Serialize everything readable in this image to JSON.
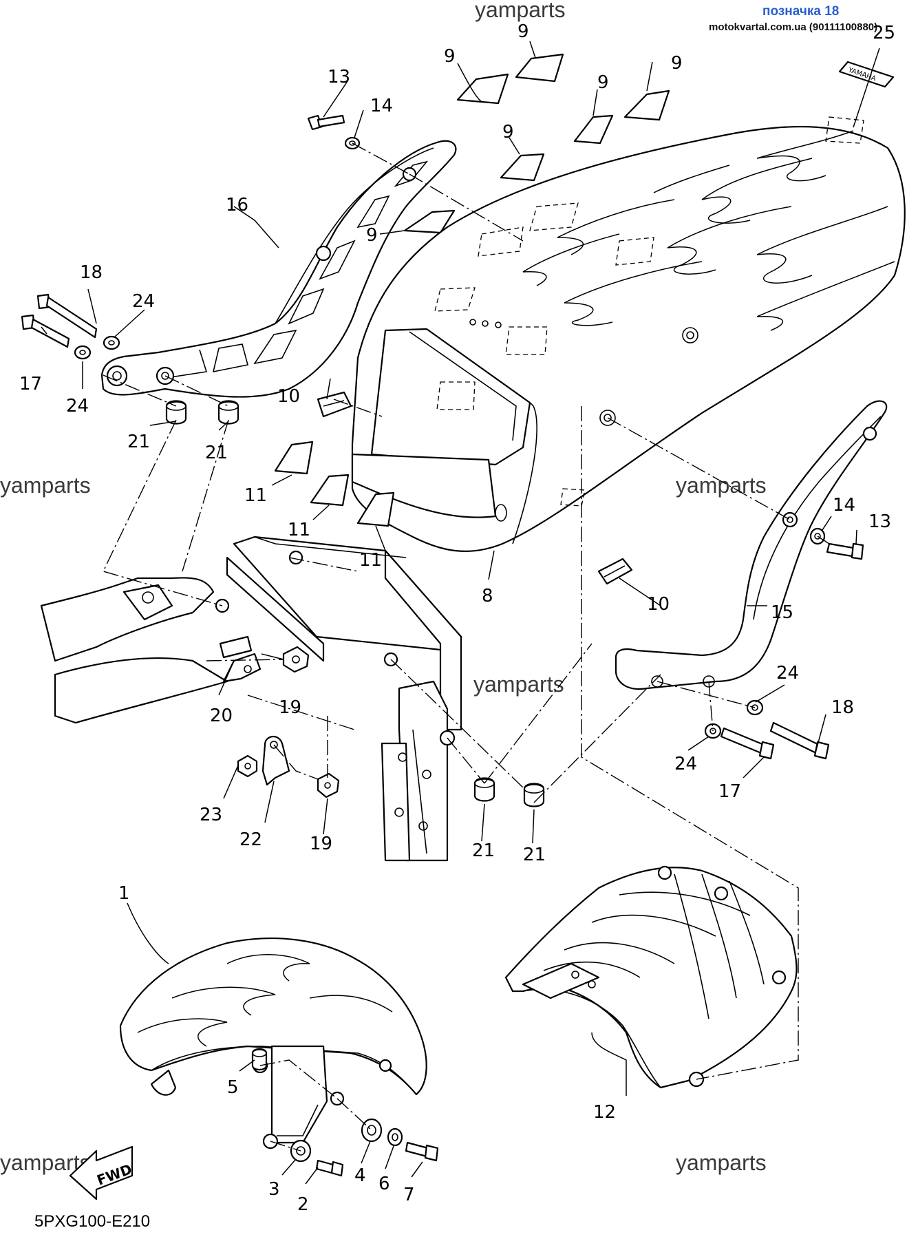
{
  "header": {
    "badge": "позначка 18",
    "source": "motokvartal.com.ua (90111100880)"
  },
  "watermarks": [
    "yamparts",
    "yamparts",
    "yamparts",
    "yamparts",
    "yamparts",
    "yamparts"
  ],
  "diagram_code": "5PXG100-E210",
  "fwd_label": "FWD",
  "decal_logo_text": "YAMAHA",
  "callouts": {
    "n1": "1",
    "n2": "2",
    "n3": "3",
    "n4": "4",
    "n5": "5",
    "n6": "6",
    "n7": "7",
    "n8": "8",
    "n9a": "9",
    "n9b": "9",
    "n9c": "9",
    "n9d": "9",
    "n9e": "9",
    "n9f": "9",
    "n10a": "10",
    "n10b": "10",
    "n11a": "11",
    "n11b": "11",
    "n11c": "11",
    "n12": "12",
    "n13a": "13",
    "n13b": "13",
    "n14a": "14",
    "n14b": "14",
    "n15": "15",
    "n16": "16",
    "n17a": "17",
    "n17b": "17",
    "n18a": "18",
    "n18b": "18",
    "n19a": "19",
    "n19b": "19",
    "n20": "20",
    "n21a": "21",
    "n21b": "21",
    "n21c": "21",
    "n21d": "21",
    "n22": "22",
    "n23": "23",
    "n24a": "24",
    "n24b": "24",
    "n24c": "24",
    "n24d": "24",
    "n25": "25"
  }
}
